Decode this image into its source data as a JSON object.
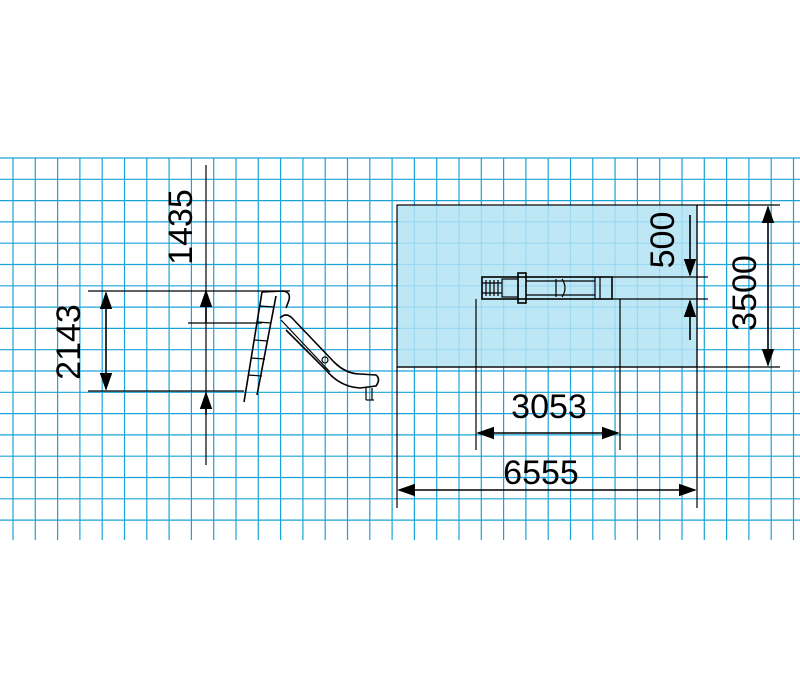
{
  "colors": {
    "grid": "#1aa3d9",
    "safety_zone": "#b3e3f5",
    "ink": "#000000",
    "background": "#ffffff"
  },
  "side_view": {
    "total_height_label": "2143",
    "platform_height_label": "1435"
  },
  "plan_view": {
    "overall_length_label": "6555",
    "equipment_length_label": "3053",
    "overall_width_label": "3500",
    "equipment_width_label": "500"
  }
}
